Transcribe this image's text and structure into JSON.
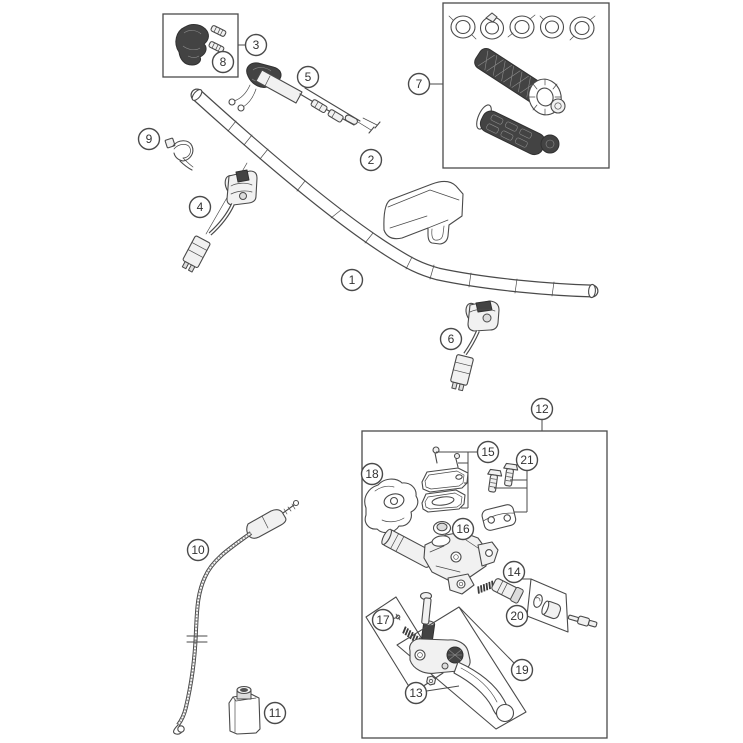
{
  "diagram": {
    "kind": "exploded-parts-diagram",
    "subject": "handlebar-and-controls",
    "colors": {
      "background": "#ffffff",
      "line": "#4a4a4a",
      "dark_fill": "#434343",
      "light_fill": "#f1f1f1",
      "callout_text": "#333333"
    },
    "callouts": [
      {
        "number": "1"
      },
      {
        "number": "2"
      },
      {
        "number": "3"
      },
      {
        "number": "4"
      },
      {
        "number": "5"
      },
      {
        "number": "6"
      },
      {
        "number": "7"
      },
      {
        "number": "8"
      },
      {
        "number": "9"
      },
      {
        "number": "10"
      },
      {
        "number": "11"
      },
      {
        "number": "12"
      },
      {
        "number": "13"
      },
      {
        "number": "14"
      },
      {
        "number": "15"
      },
      {
        "number": "16"
      },
      {
        "number": "17"
      },
      {
        "number": "18"
      },
      {
        "number": "19"
      },
      {
        "number": "20"
      },
      {
        "number": "21"
      }
    ]
  }
}
